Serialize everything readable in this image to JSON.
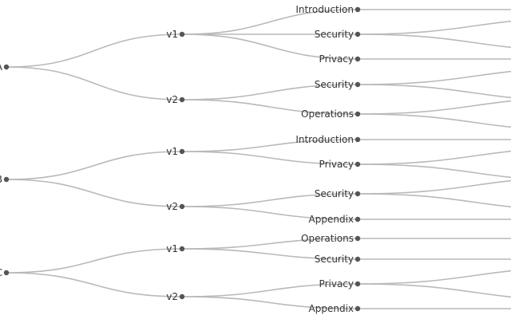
{
  "tree": {
    "roots": [
      {
        "label": "A",
        "children": [
          {
            "label": "v1",
            "children": [
              {
                "label": "Introduction",
                "offscreen_children": 1
              },
              {
                "label": "Security",
                "offscreen_children": 2
              },
              {
                "label": "Privacy",
                "offscreen_children": 1
              }
            ]
          },
          {
            "label": "v2",
            "children": [
              {
                "label": "Security",
                "offscreen_children": 2
              },
              {
                "label": "Operations",
                "offscreen_children": 2
              }
            ]
          }
        ]
      },
      {
        "label": "B",
        "children": [
          {
            "label": "v1",
            "children": [
              {
                "label": "Introduction",
                "offscreen_children": 1
              },
              {
                "label": "Privacy",
                "offscreen_children": 2
              }
            ]
          },
          {
            "label": "v2",
            "children": [
              {
                "label": "Security",
                "offscreen_children": 2
              },
              {
                "label": "Appendix",
                "offscreen_children": 1
              }
            ]
          }
        ]
      },
      {
        "label": "C",
        "children": [
          {
            "label": "v1",
            "children": [
              {
                "label": "Operations",
                "offscreen_children": 1
              },
              {
                "label": "Security",
                "offscreen_children": 1
              }
            ]
          },
          {
            "label": "v2",
            "children": [
              {
                "label": "Privacy",
                "offscreen_children": 2
              },
              {
                "label": "Appendix",
                "offscreen_children": 1
              }
            ]
          }
        ]
      }
    ]
  }
}
